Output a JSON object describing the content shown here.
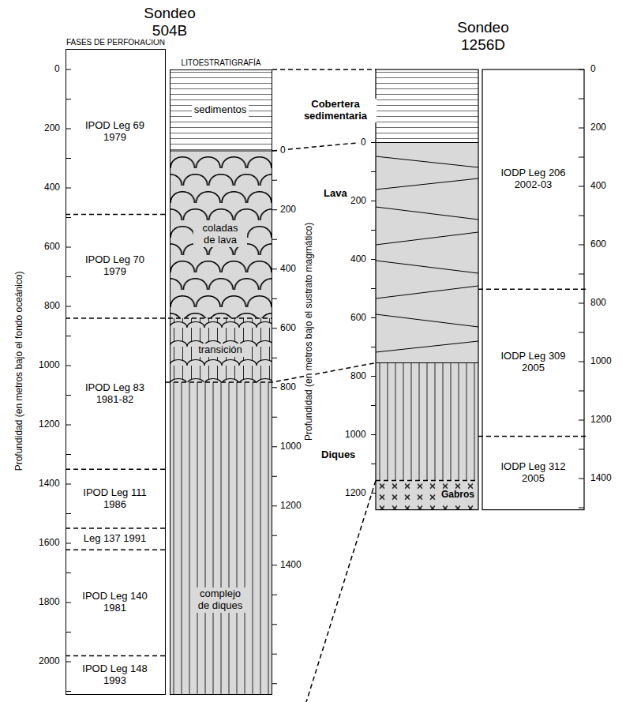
{
  "diagram": {
    "nodes": [
      {
        "text": [
          "FASES DE PERFORACIÓN"
        ]
      },
      {
        "text": [
          "IPOD Leg 69 1979"
        ],
        "in": 0
      },
      {
        "text": [
          "IPOD Leg 70 1979"
        ],
        "in": 0
      },
      {
        "text": [
          "IPOD Leg 83 1981-82"
        ],
        "in": 0
      },
      {
        "text": [
          "IPOD Leg 111 1986"
        ],
        "in": 0
      },
      {
        "text": [
          "Leg 137 1991"
        ],
        "in": 0
      },
      {
        "text": [
          "IPOD Leg 140 1981"
        ],
        "in": 0
      },
      {
        "text": [
          "IPOD Leg 148 1993"
        ],
        "in": 0
      },
      {
        "text": [
          "LITOESTRATIGRAFÍA"
        ]
      },
      {
        "text": [
          "sedimentos"
        ],
        "in": 8
      },
      {
        "text": [
          "coladas de lava"
        ],
        "in": 8
      },
      {
        "text": [
          "transición"
        ],
        "in": 8
      },
      {
        "text": [
          "complejo de diques"
        ],
        "in": 8
      },
      {
        "text": [
          "IODP Leg 206 2002-03"
        ]
      },
      {
        "text": [
          "IODP Leg 309 2005"
        ]
      },
      {
        "text": [
          "IODP Leg 312 2005"
        ]
      }
    ],
    "labels": [
      "Sondeo 504B",
      "Sondeo 1256D",
      "Cobertera sedimentaria",
      "Lava",
      "Diques",
      "Gabros",
      "Profundidad (en metros bajo el fondo oceánico)",
      "Profundidad (en metros bajo el sustrato magmático)",
      "0",
      "200",
      "400",
      "600",
      "800",
      "1000",
      "1200",
      "1400",
      "1600",
      "1800",
      "2000",
      "0",
      "200",
      "400",
      "600",
      "800",
      "1000",
      "1200",
      "1400",
      "0",
      "200",
      "400",
      "600",
      "800",
      "1000",
      "1200",
      "0",
      "200",
      "400",
      "600",
      "800",
      "1000",
      "1200",
      "1400"
    ]
  }
}
